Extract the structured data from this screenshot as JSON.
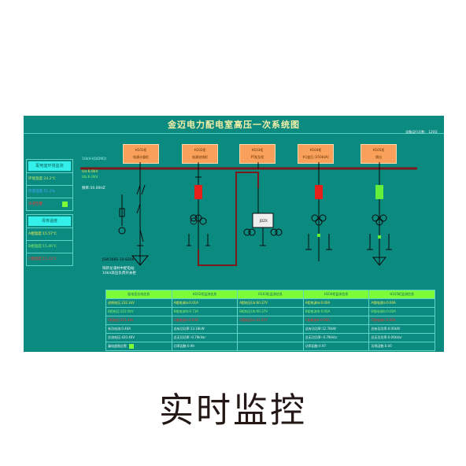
{
  "title": "金迈电力配电室高压一次系统图",
  "runtime": "设备运行天数： 120天",
  "left_panels": [
    {
      "header": "配电室环境监测",
      "rows": [
        {
          "text": "环境温度:24.2℃",
          "color": "#c8f06a"
        },
        {
          "text": "环境湿度:51.2%",
          "color": "#4aa8ff"
        },
        {
          "text": "水浸告警",
          "color": "#ff3333",
          "indicator": true
        }
      ]
    },
    {
      "header": "母排温度",
      "rows": [
        {
          "text": "A相温度:15.57℃",
          "color": "#f4f052"
        },
        {
          "text": "B相温度:15.46℃",
          "color": "#8cf56a"
        },
        {
          "text": "C相温度:15.22℃",
          "color": "#ff3333"
        }
      ]
    }
  ],
  "bus": {
    "name": "10kV-I(DEMO)",
    "ua": "Ua:6.0kV",
    "ub": "Ub:6.0kV",
    "freq": "频率:50.00HZ"
  },
  "feeders": [
    {
      "id": "H101柜",
      "name": "电源计量柜"
    },
    {
      "id": "H102柜",
      "name": "电源进线柜"
    },
    {
      "id": "H103柜",
      "name": "PT柜及柜"
    },
    {
      "id": "H104柜",
      "name": "#1变压 (250kVA)"
    },
    {
      "id": "H105柜",
      "name": "馈出"
    }
  ],
  "cabinet_note": {
    "line1": "JSW1K6S-10-8206",
    "line2": "阳新龙浦村中配电站",
    "line3": "10kV高压负荷开关柜"
  },
  "pt_label": "JDZX",
  "table": {
    "headers": [
      "配电室总线信息",
      "H102柜监测信息",
      "H103柜监测信息",
      "H104柜监测信息",
      "H105柜监测信息"
    ],
    "rows": [
      [
        "进线电压:232.2kV",
        "A相电流Ia:0.01A",
        "A相电压Ua:60.37V",
        "A相电流Ia:0.00A",
        "A相电流Ia:0.00A"
      ],
      [
        "B相电压:222.0kV",
        "B相电流Ib:0.73A",
        "B相电压Ub:60.37V",
        "B相电流Ib:0.00A",
        "B相电流Ib:0.00A"
      ],
      [
        "C相电压:221.4kV",
        "C相电流Ic:0.03A",
        "C相电压Uc:61.27V",
        "C相电流Ic:0.00A",
        "C相电流Ic:0.00A"
      ],
      [
        "有功电流:0.46A",
        "总有功功率:13.18kW",
        "",
        "总有功功率:12.78kW",
        "总有功功率:0.00kW"
      ],
      [
        "交流电压:420.46V",
        "总无功功率:-0.79kVar",
        "",
        "总无功功率:-0.79kVar",
        "总无功功率:0.00kVar"
      ],
      [
        "漏电超限告警",
        "功率因数:0.99",
        "",
        "功率因数:0.97",
        "功率因数:0.00"
      ]
    ],
    "row_colors": [
      "#f4f052",
      "#8cf56a",
      "#ff3333",
      "#e9f7f5",
      "#e9f7f5",
      "#e9f7f5"
    ]
  },
  "caption": "实时监控"
}
